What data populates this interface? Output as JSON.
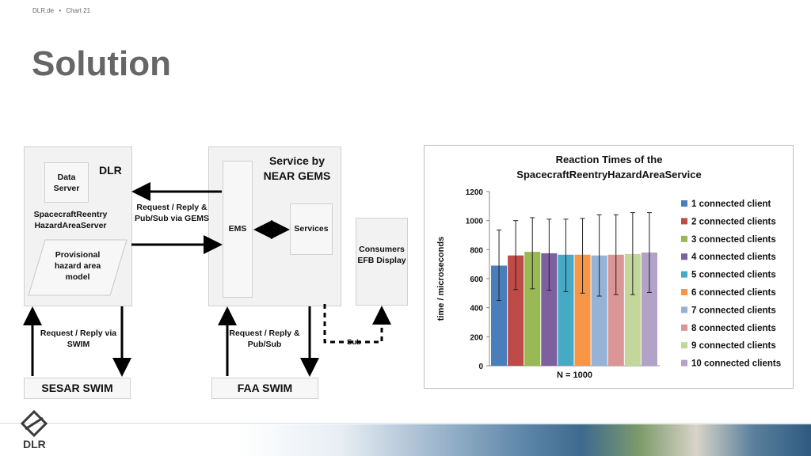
{
  "header": {
    "source": "DLR.de",
    "separator": "•",
    "chart_label": "Chart 21"
  },
  "slide_title": "Solution",
  "diagram": {
    "dlr_box": {
      "title": "DLR",
      "data_server": "Data Server",
      "server_name": "SpacecraftReentry HazardAreaServer",
      "provisional": "Provisional hazard area model"
    },
    "arrow_label_top": "Request / Reply & Pub/Sub via GEMS",
    "service_box": {
      "title": "Service by NEAR GEMS",
      "ems": "EMS",
      "services": "Services"
    },
    "consumers": "Consumers EFB Display",
    "left_bottom_label": "Request / Reply via SWIM",
    "mid_bottom_label": "Request / Reply & Pub/Sub",
    "sub_label": "Sub",
    "sesar": "SESAR SWIM",
    "faa": "FAA SWIM"
  },
  "chart_data": {
    "type": "bar",
    "title": "Reaction Times of the SpacecraftReentryHazardAreaService",
    "ylabel": "time / microseconds",
    "xlabel": "N = 1000",
    "ylim": [
      0,
      1200
    ],
    "yticks": [
      0,
      200,
      400,
      600,
      800,
      1000,
      1200
    ],
    "grid": false,
    "legend_position": "right",
    "series": [
      {
        "name": "1 connected client",
        "value": 690,
        "err_low": 450,
        "err_high": 935,
        "color": "#4a7ebb"
      },
      {
        "name": "2 connected clients",
        "value": 760,
        "err_low": 525,
        "err_high": 1000,
        "color": "#be4b48"
      },
      {
        "name": "3 connected clients",
        "value": 785,
        "err_low": 530,
        "err_high": 1020,
        "color": "#98b954"
      },
      {
        "name": "4 connected clients",
        "value": 775,
        "err_low": 520,
        "err_high": 1010,
        "color": "#7d60a0"
      },
      {
        "name": "5 connected clients",
        "value": 765,
        "err_low": 510,
        "err_high": 1010,
        "color": "#46aac5"
      },
      {
        "name": "6 connected clients",
        "value": 765,
        "err_low": 500,
        "err_high": 1015,
        "color": "#f79646"
      },
      {
        "name": "7 connected clients",
        "value": 760,
        "err_low": 480,
        "err_high": 1040,
        "color": "#95b3d7"
      },
      {
        "name": "8 connected clients",
        "value": 765,
        "err_low": 490,
        "err_high": 1040,
        "color": "#d99694"
      },
      {
        "name": "9 connected clients",
        "value": 770,
        "err_low": 490,
        "err_high": 1055,
        "color": "#c3d69b"
      },
      {
        "name": "10 connected clients",
        "value": 780,
        "err_low": 505,
        "err_high": 1055,
        "color": "#b3a2c7"
      }
    ]
  },
  "footer": {
    "logo_text": "DLR"
  }
}
